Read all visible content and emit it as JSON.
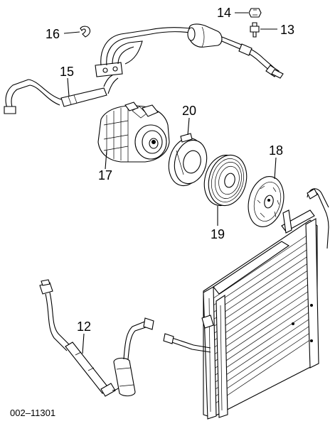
{
  "callouts": {
    "c12": "12",
    "c13": "13",
    "c14": "14",
    "c15": "15",
    "c16": "16",
    "c17": "17",
    "c18": "18",
    "c19": "19",
    "c20": "20"
  },
  "figure_code": "002–11301"
}
